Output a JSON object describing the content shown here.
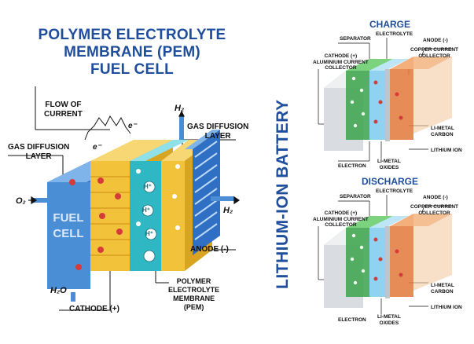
{
  "fuel_cell": {
    "title": [
      "POLYMER ELECTROLYTE",
      "MEMBRANE (PEM)",
      "FUEL CELL"
    ],
    "flow_label": [
      "FLOW OF",
      "CURRENT"
    ],
    "gdl_left": [
      "GAS DIFFUSION",
      "LAYER"
    ],
    "gdl_right": [
      "GAS DIFFUSION",
      "LAYER"
    ],
    "o2": "O₂",
    "h2_top": "H₂",
    "h2_right": "H₂",
    "h2o": "H₂O",
    "anode": "ANODE (-)",
    "cathode": "CATHODE (+)",
    "pem": [
      "POLYMER",
      "ELECTROLYTE",
      "MEMBRANE",
      "(PEM)"
    ],
    "block_text": [
      "FUEL",
      "CELL"
    ],
    "e_symbol": "e⁻",
    "hplus": "H⁺"
  },
  "battery": {
    "vertical_title": "LITHIUM-ION BATTERY",
    "charge": {
      "title": "CHARGE",
      "separator": "SEPARATOR",
      "electrolyte": "ELECTROLYTE",
      "anode": "ANODE (-)",
      "copper": [
        "COPPER CURRENT",
        "COLLECTOR"
      ],
      "cathode": [
        "CATHODE (+)",
        "ALUMINIUM CURRENT",
        "COLLECTOR"
      ],
      "li_metal": [
        "LI-METAL",
        "CARBON"
      ],
      "lithium_ion": "LITHIUM ION",
      "electron": "ELECTRON",
      "oxides": [
        "LI-METAL",
        "OXIDES"
      ]
    },
    "discharge": {
      "title": "DISCHARGE",
      "separator": "SEPARATOR",
      "electrolyte": "ELECTROLYTE",
      "anode": "ANODE (-)",
      "copper": [
        "COPPER CURRENT",
        "COLLECTOR"
      ],
      "cathode": [
        "CATHODE (+)",
        "ALUMINIUM CURRENT",
        "COLLECTOR"
      ],
      "li_metal": [
        "LI-METAL",
        "CARBON"
      ],
      "lithium_ion": "LITHIUM ION",
      "electron": "ELECTRON",
      "oxides": [
        "LI-METAL",
        "OXIDES"
      ]
    }
  },
  "colors": {
    "title_blue": "#1f4e9c",
    "cell_blue": "#4a8fd6",
    "gdl_yellow": "#f2c23a",
    "pem_teal": "#2fb8c4",
    "battery_green": "#3aa34a",
    "battery_orange": "#e2783a"
  }
}
